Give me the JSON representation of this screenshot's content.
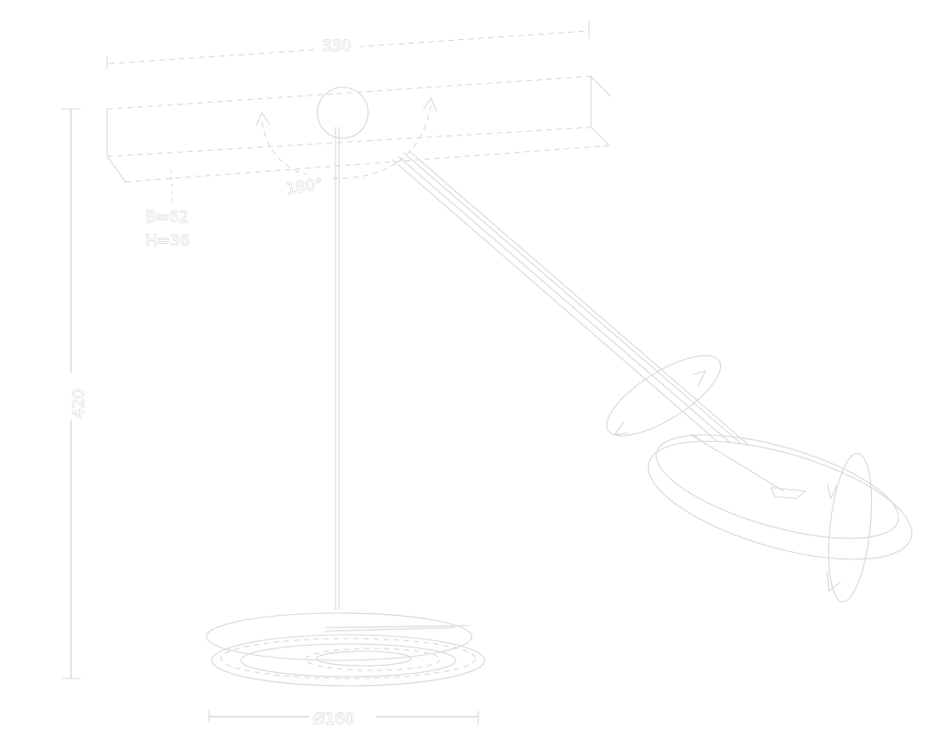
{
  "dimensions": {
    "width_label": "330",
    "height_label": "420",
    "depth_label": "B=62",
    "thickness_label": "H=36",
    "rotation_label": "180°",
    "base_diameter_label": "Ø160"
  },
  "colors": {
    "line": "#d8d8d8",
    "background": "#ffffff"
  }
}
